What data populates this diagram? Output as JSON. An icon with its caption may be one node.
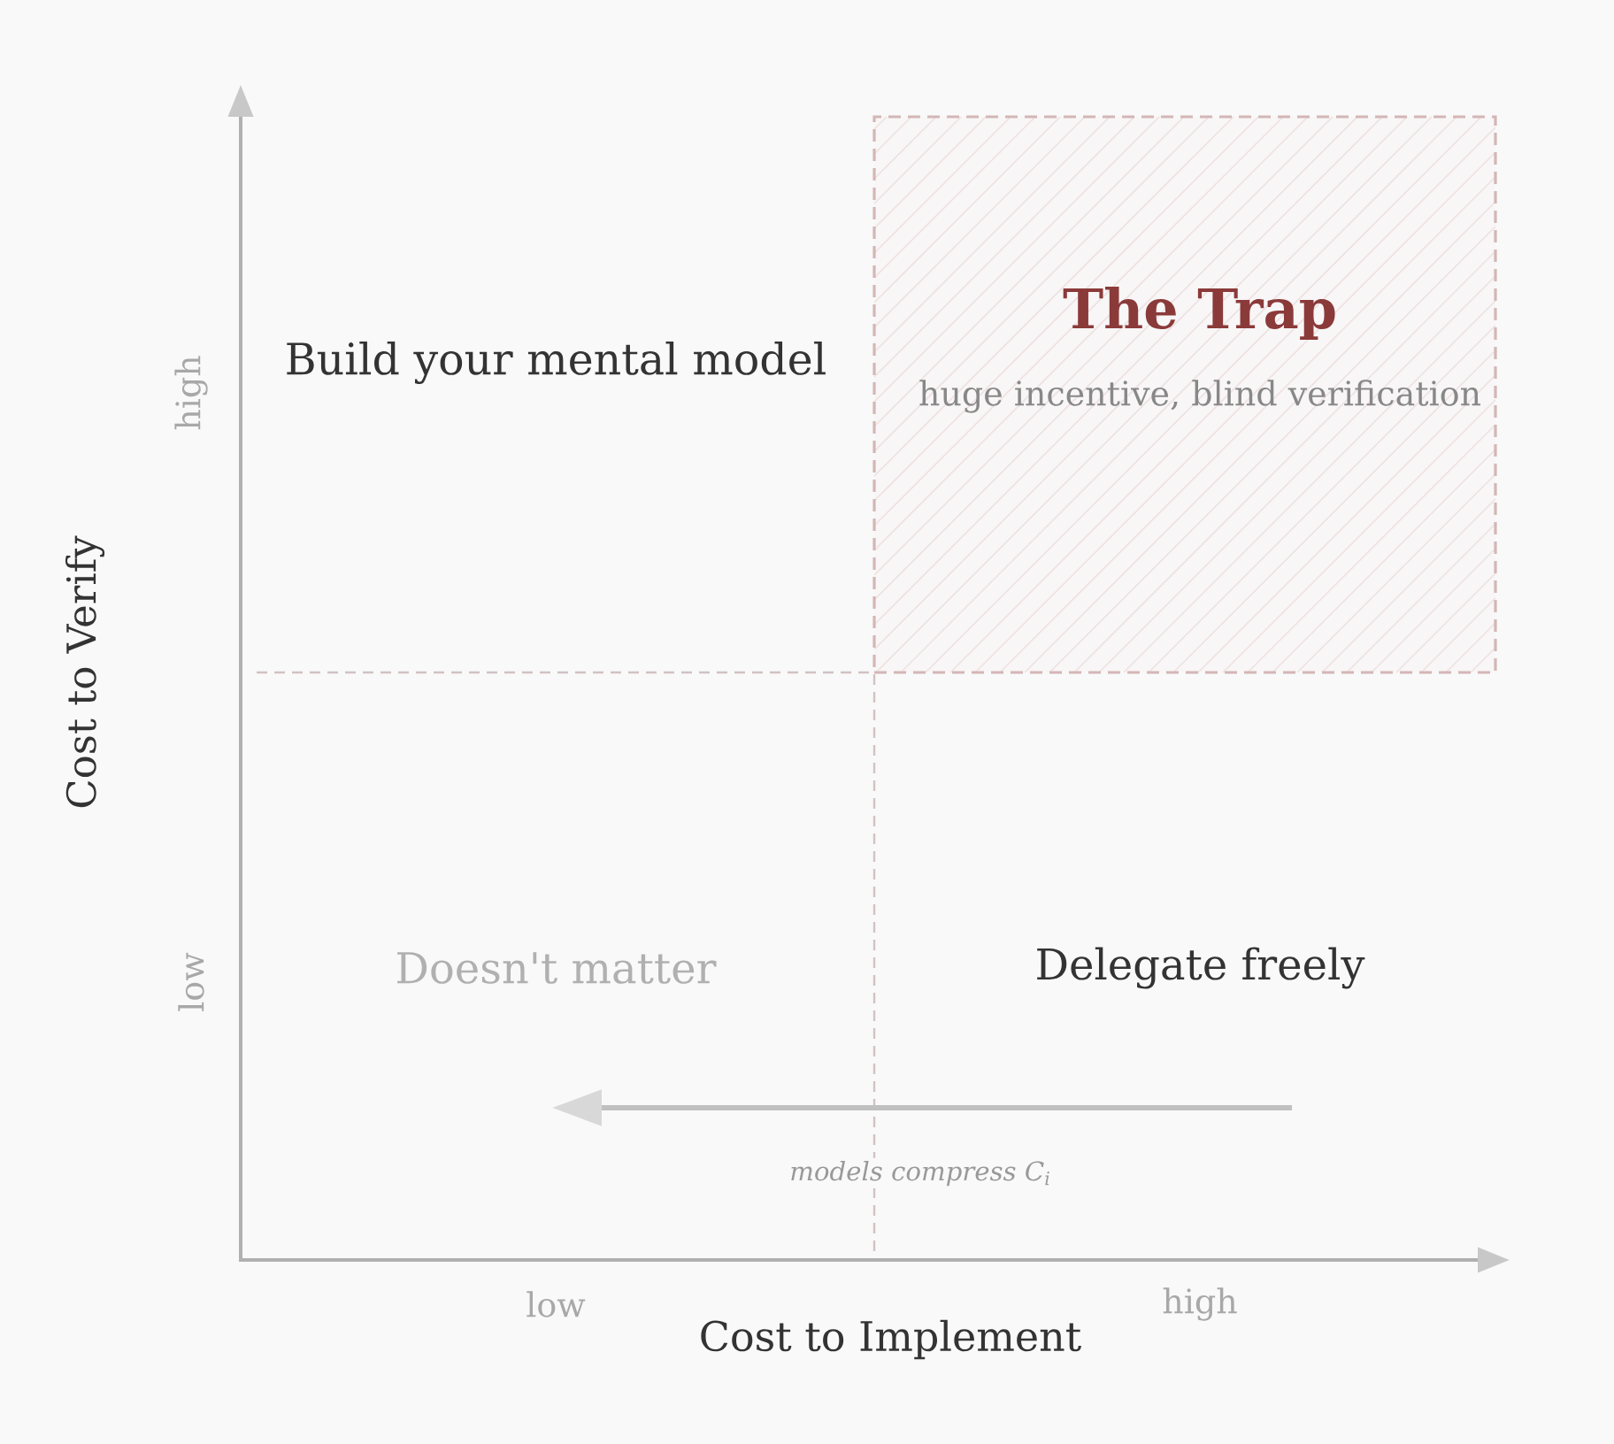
{
  "diagram": {
    "nodes": [
      {
        "text": [
          "The Trap",
          "huge incentive, blind verification"
        ]
      }
    ],
    "labels": [
      "Build your mental model",
      "high",
      "Cost to Verify",
      "low",
      "Doesn't matter",
      "Delegate freely",
      "models compress C$_{i}$",
      "low",
      "high",
      "Cost to Implement"
    ]
  }
}
